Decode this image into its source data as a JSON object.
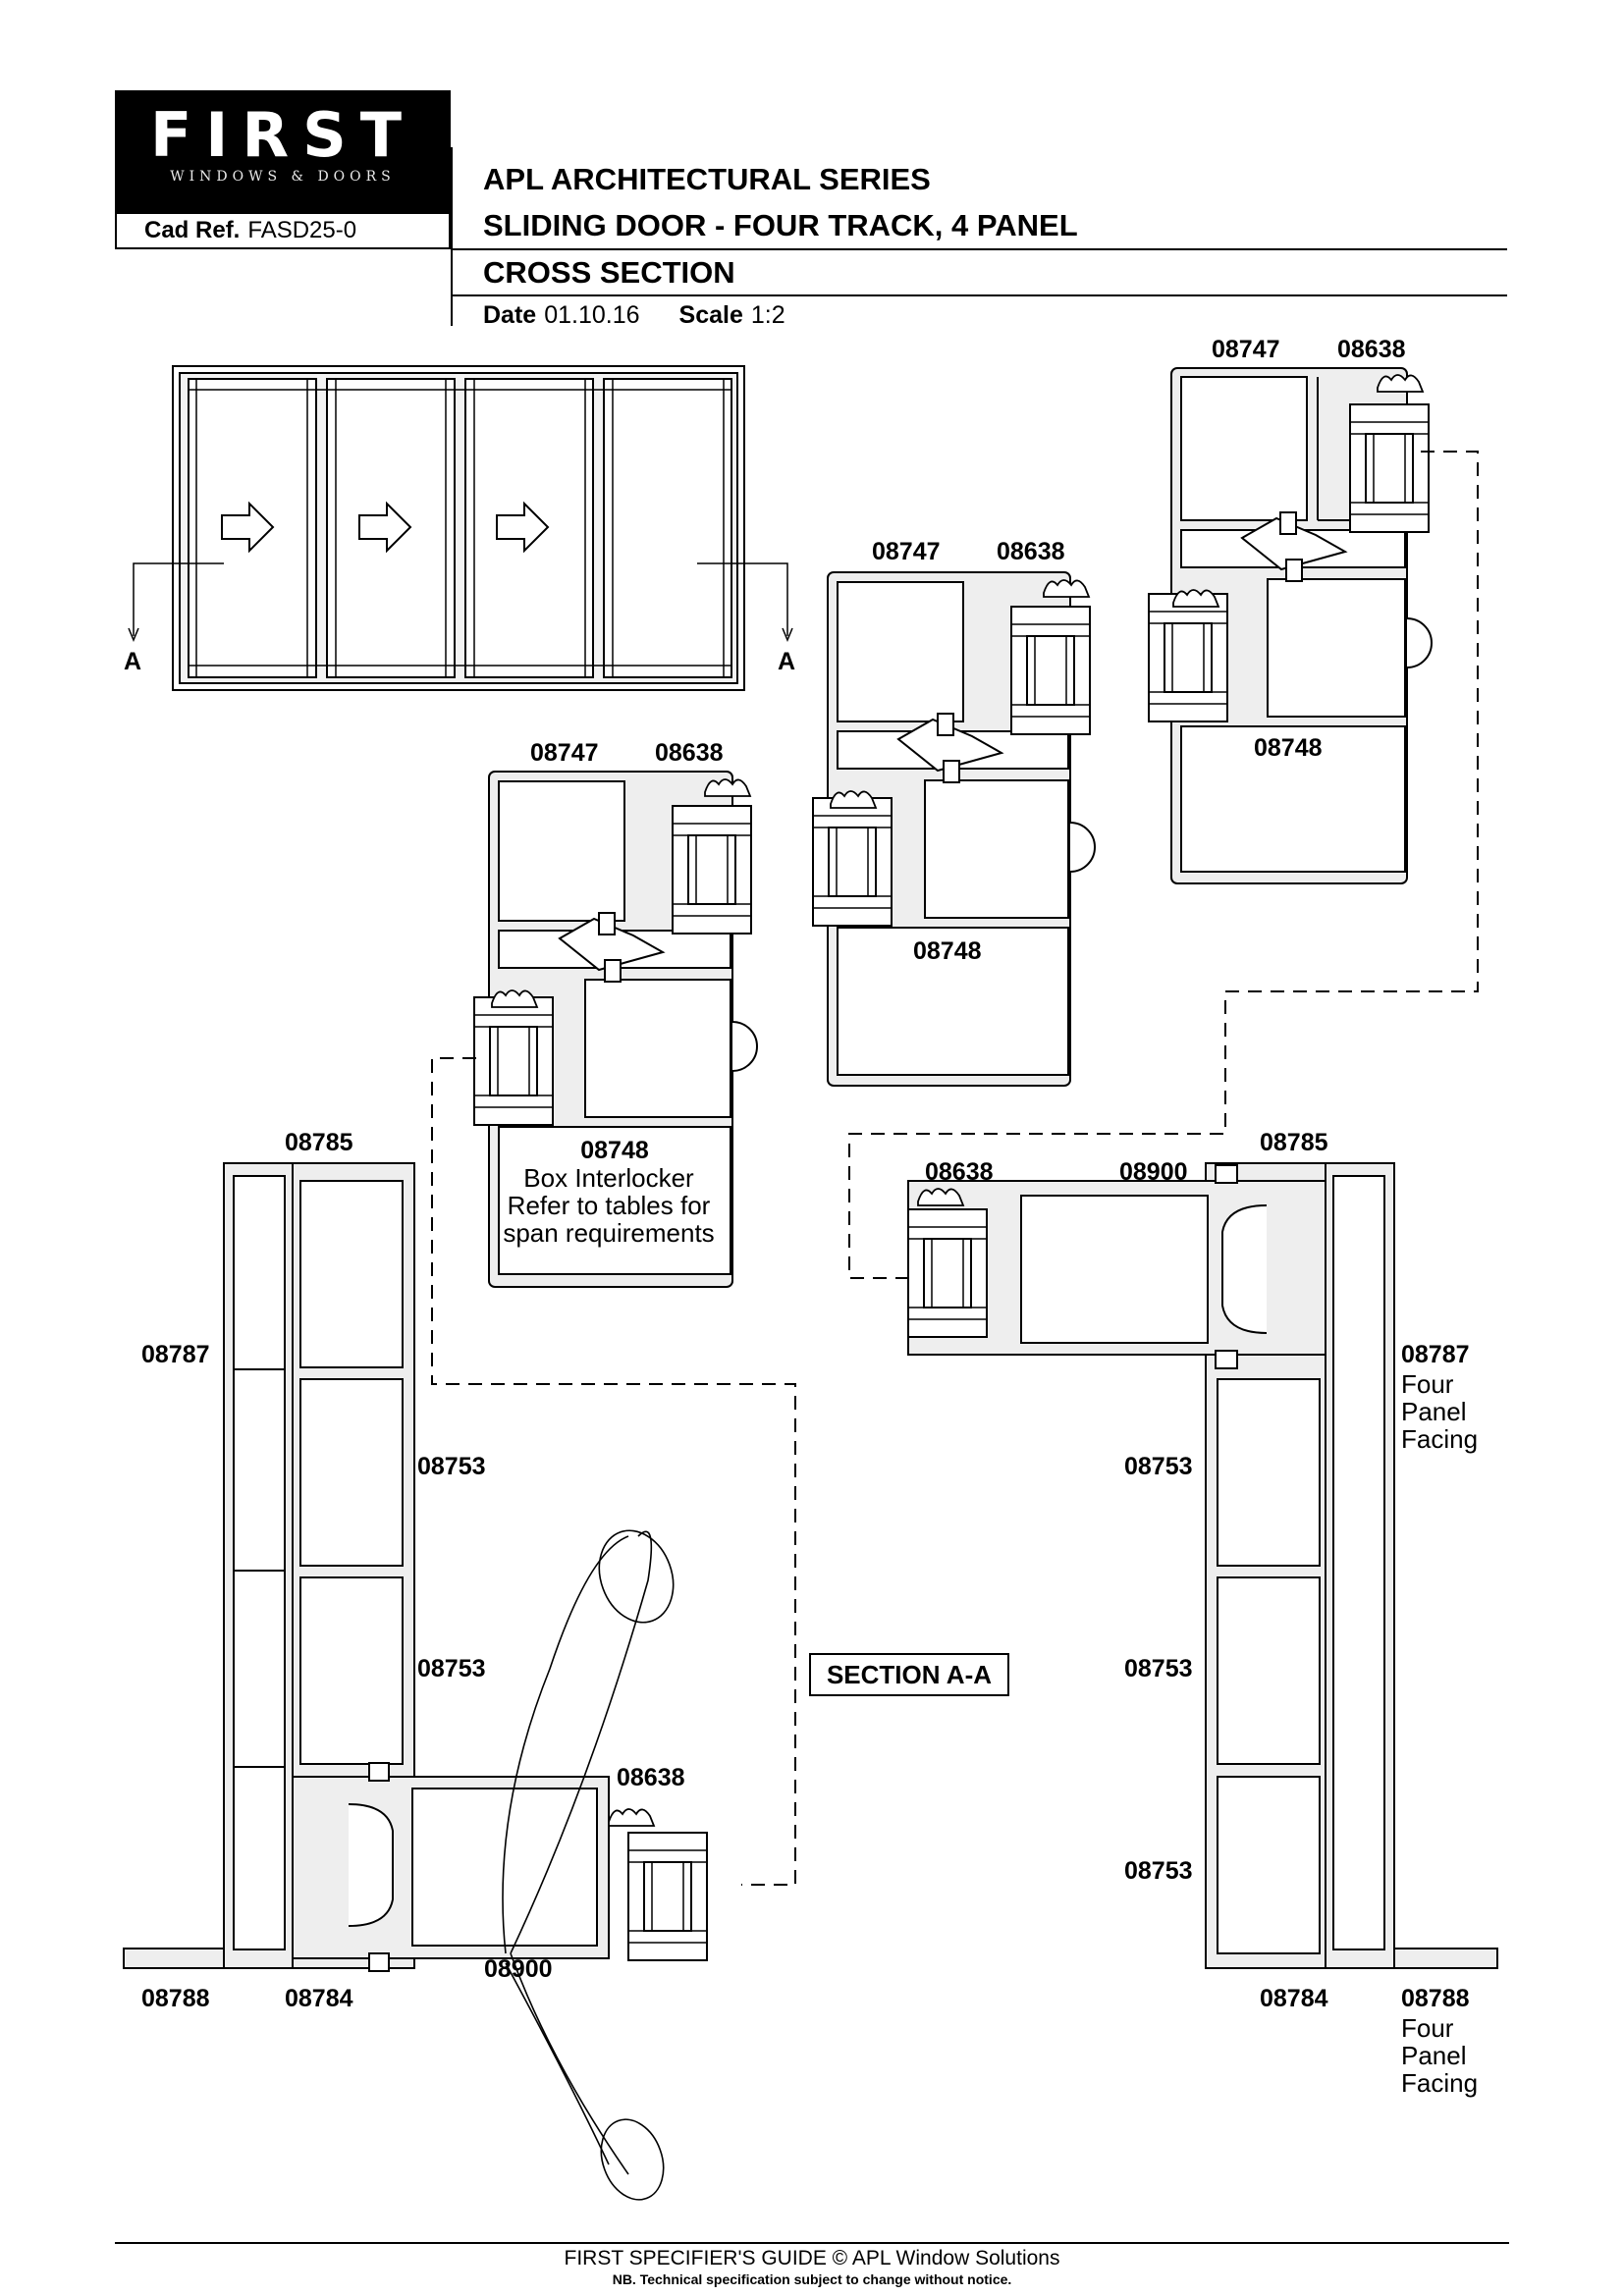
{
  "header": {
    "logo_word": "FIRST",
    "logo_tagline": "WINDOWS & DOORS",
    "cad_ref_label": "Cad Ref.",
    "cad_ref_value": "FASD25-0",
    "series": "APL ARCHITECTURAL SERIES",
    "product": "SLIDING DOOR - FOUR TRACK, 4 PANEL",
    "view": "CROSS SECTION",
    "date_label": "Date",
    "date_value": "01.10.16",
    "scale_label": "Scale",
    "scale_value": "1:2"
  },
  "elevation": {
    "section_marker_left": "A",
    "section_marker_right": "A"
  },
  "parts": {
    "p08747_a": "08747",
    "p08638_a": "08638",
    "p08748_a": "08748",
    "p08747_b": "08747",
    "p08638_b": "08638",
    "p08748_b": "08748",
    "p08747_c": "08747",
    "p08638_c": "08638",
    "p08748_c": "08748",
    "box_interlocker_note": [
      "Box Interlocker",
      "Refer to tables for",
      "span requirements"
    ],
    "p08785_l": "08785",
    "p08787_l": "08787",
    "p08753_l1": "08753",
    "p08753_l2": "08753",
    "p08638_l": "08638",
    "p08900_l": "08900",
    "p08788_l": "08788",
    "p08784_l": "08784",
    "p08638_r": "08638",
    "p08900_r": "08900",
    "p08785_r": "08785",
    "p08787_r": "08787",
    "p08787_r_note": [
      "Four",
      "Panel",
      "Facing"
    ],
    "p08753_r1": "08753",
    "p08753_r2": "08753",
    "p08753_r3": "08753",
    "p08784_r": "08784",
    "p08788_r": "08788",
    "p08788_r_note": [
      "Four",
      "Panel",
      "Facing"
    ]
  },
  "section_label": "SECTION A-A",
  "footer": {
    "line1": "FIRST SPECIFIER'S GUIDE  © APL Window Solutions",
    "line2": "NB. Technical specification subject to change without notice."
  }
}
